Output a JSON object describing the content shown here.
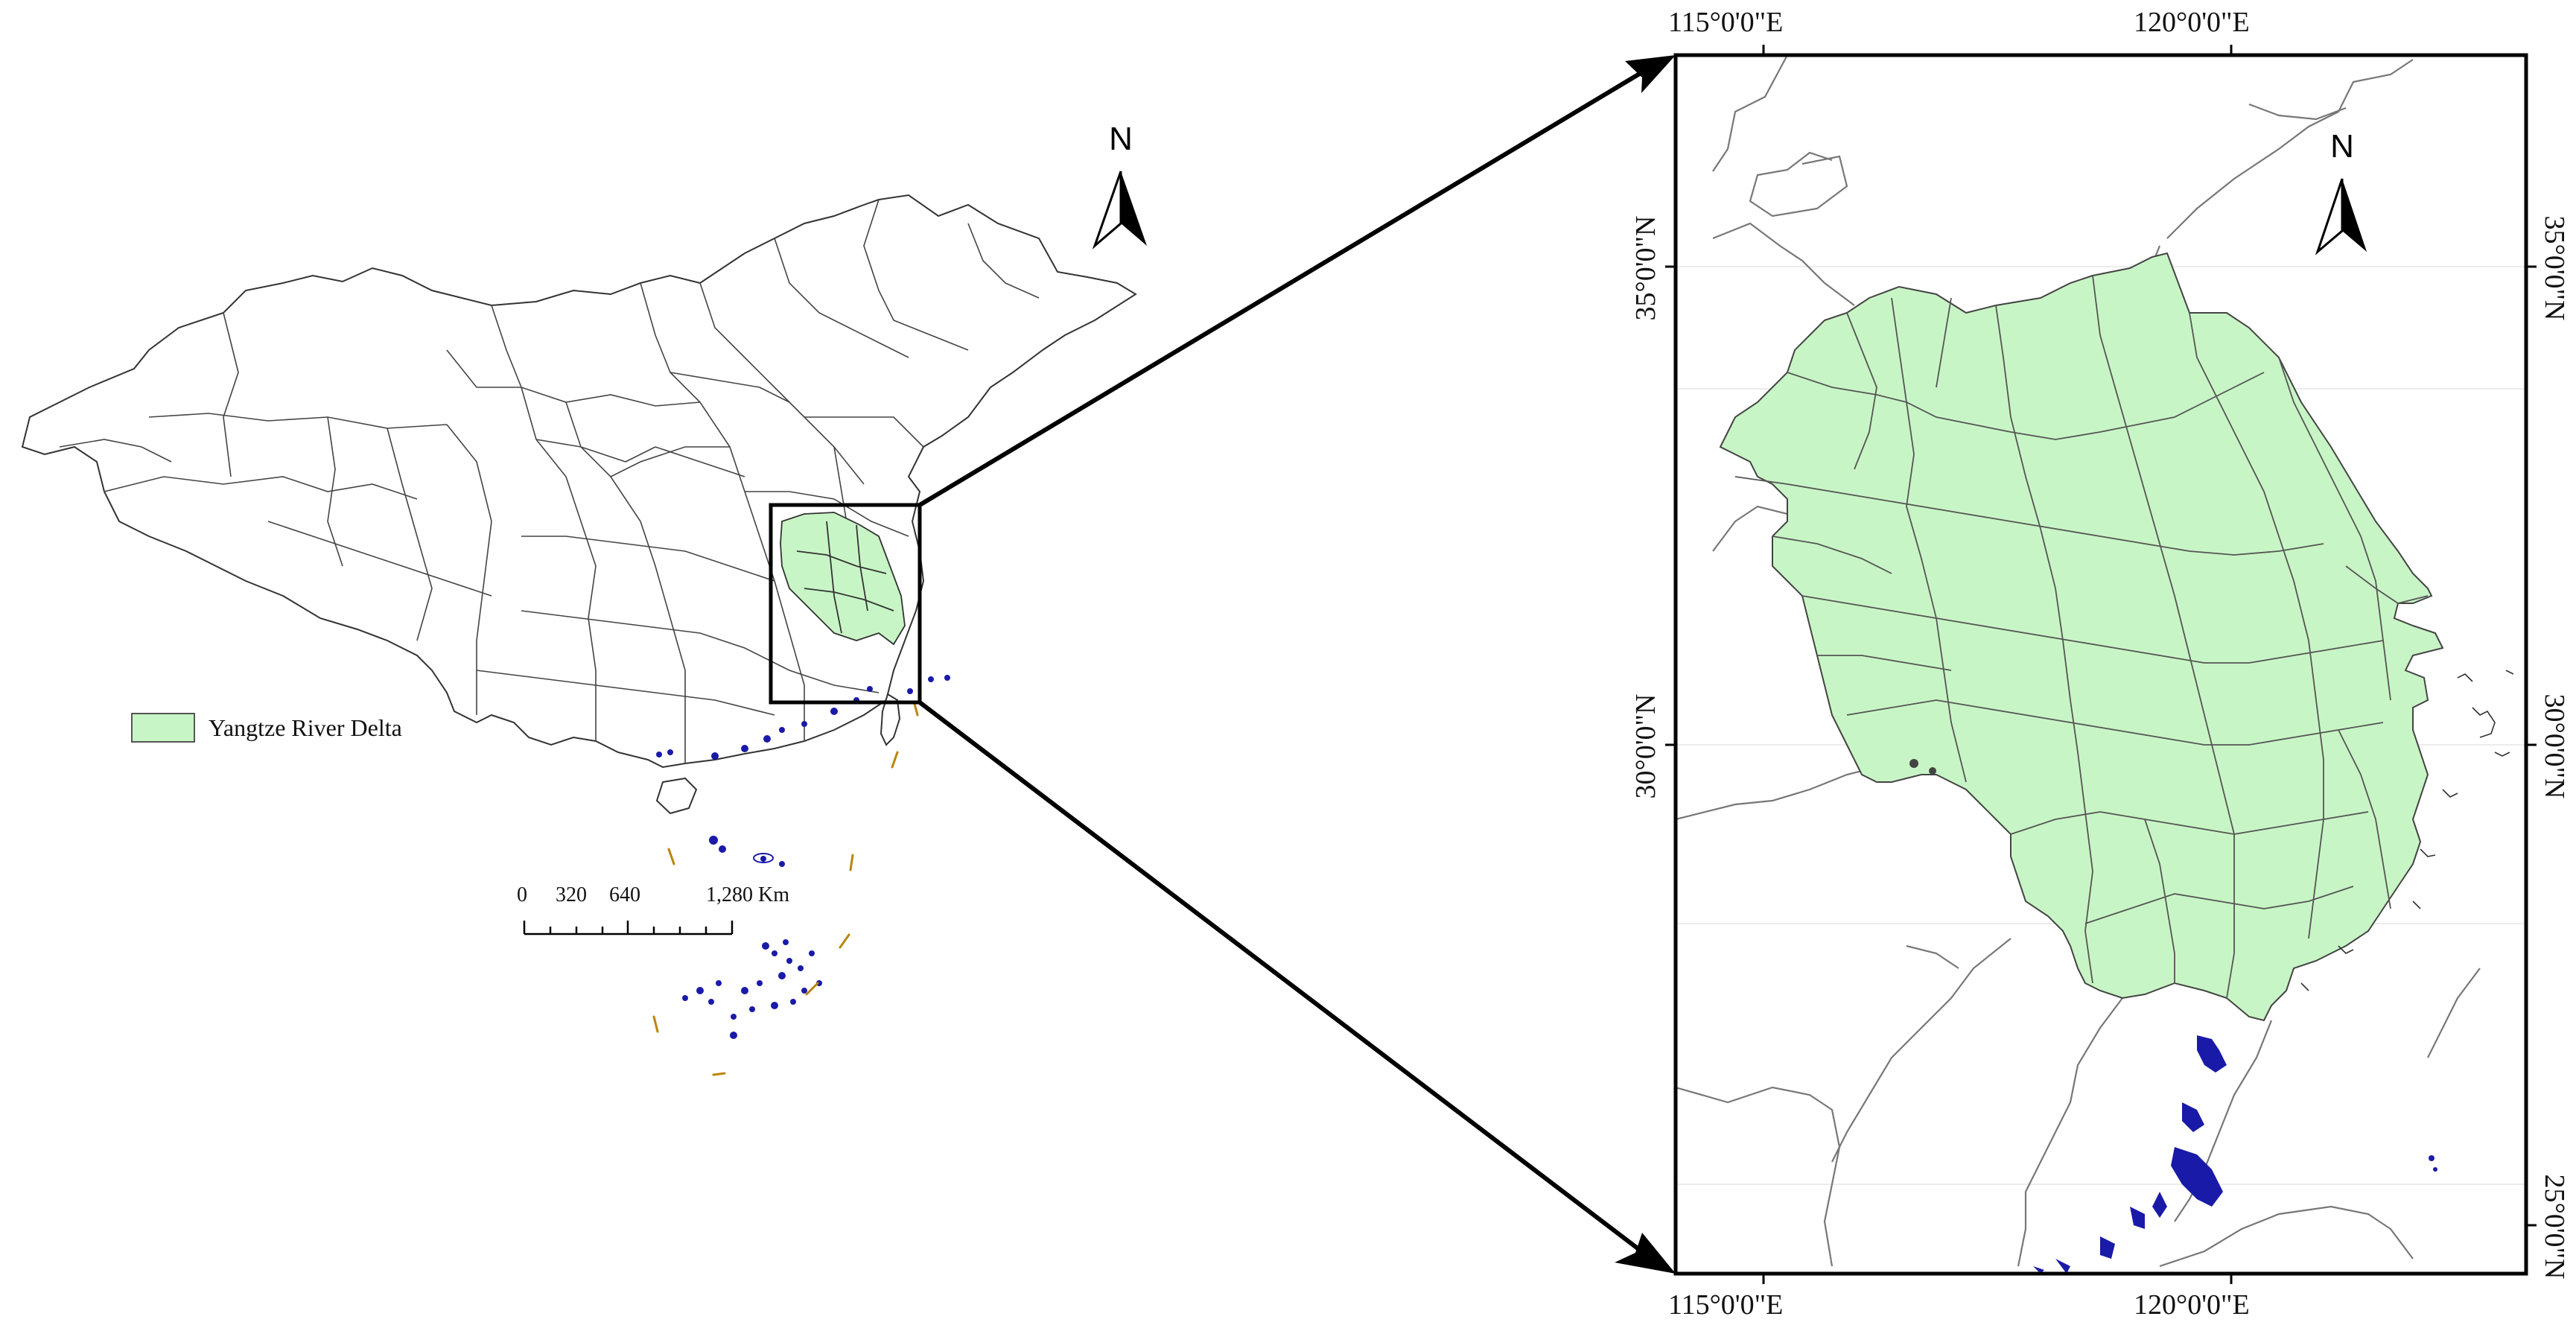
{
  "legend": {
    "label": "Yangtze River Delta",
    "color": "#c8f5c5"
  },
  "scale_bar": {
    "labels": [
      "0",
      "320",
      "640",
      "1,280 Km"
    ]
  },
  "north_arrow": {
    "label": "N"
  },
  "inset": {
    "top_labels": [
      "115°0'0\"E",
      "120°0'0\"E"
    ],
    "bottom_labels": [
      "115°0'0\"E",
      "120°0'0\"E"
    ],
    "left_labels": [
      "35°0'0\"N",
      "30°0'0\"N"
    ],
    "right_labels": [
      "35°0'0\"N",
      "30°0'0\"N",
      "25°0'0\"N"
    ]
  },
  "colors": {
    "highlight": "#c8f5c5",
    "boundary": "#333333",
    "islands": "#1a1aa8",
    "dashed_line": "#b8860b",
    "frame": "#000000"
  }
}
